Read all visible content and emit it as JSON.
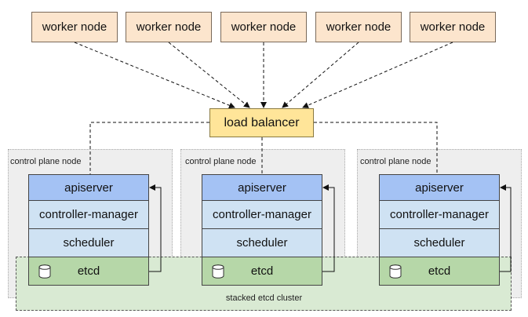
{
  "workers": [
    {
      "label": "worker node"
    },
    {
      "label": "worker node"
    },
    {
      "label": "worker node"
    },
    {
      "label": "worker node"
    },
    {
      "label": "worker node"
    }
  ],
  "load_balancer": {
    "label": "load balancer"
  },
  "control_planes": [
    {
      "label": "control plane node",
      "apiserver": "apiserver",
      "controller_manager": "controller-manager",
      "scheduler": "scheduler",
      "etcd": "etcd"
    },
    {
      "label": "control plane node",
      "apiserver": "apiserver",
      "controller_manager": "controller-manager",
      "scheduler": "scheduler",
      "etcd": "etcd"
    },
    {
      "label": "control plane node",
      "apiserver": "apiserver",
      "controller_manager": "controller-manager",
      "scheduler": "scheduler",
      "etcd": "etcd"
    }
  ],
  "etcd_cluster": {
    "label": "stacked etcd cluster"
  },
  "icons": {
    "etcd_storage": "database-icon"
  },
  "colors": {
    "worker_fill": "#fce5cd",
    "load_balancer_fill": "#ffe599",
    "apiserver_fill": "#a4c2f4",
    "component_fill": "#cfe2f3",
    "etcd_fill": "#b6d7a8",
    "cluster_fill": "#d9ead3",
    "control_plane_fill": "#eeeeee"
  }
}
